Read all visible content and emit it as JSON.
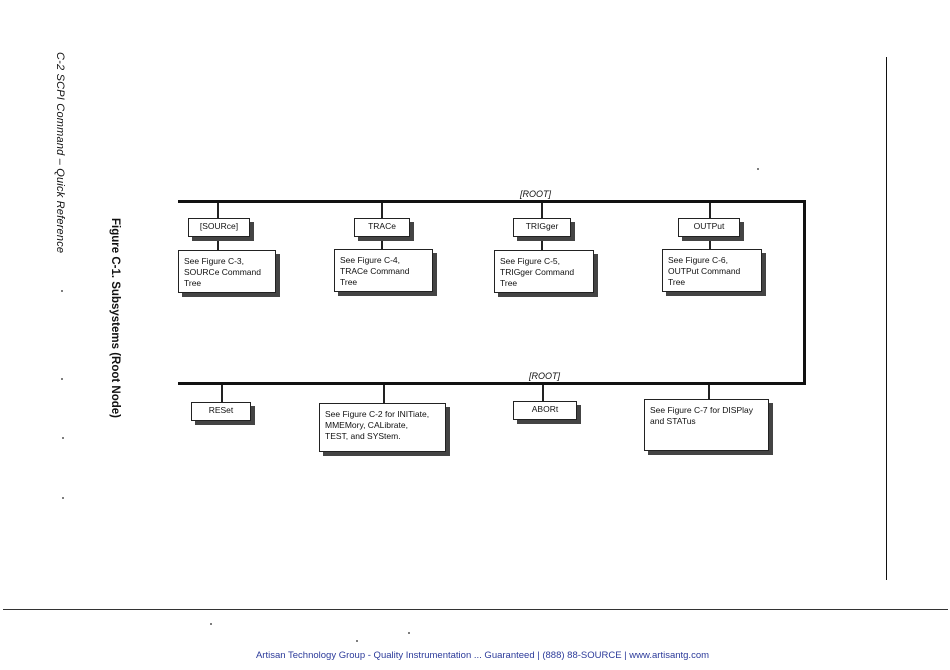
{
  "page": {
    "side_header": "C-2  SCPI Command – Quick Reference",
    "figure_caption": "Figure C-1.  Subsystems (Root Node)",
    "footer": "Artisan Technology Group - Quality Instrumentation ... Guaranteed | (888) 88-SOURCE | www.artisantg.com"
  },
  "diagram": {
    "top_root_label": "[ROOT]",
    "bottom_root_label": "[ROOT]",
    "top_nodes": [
      {
        "label": "[SOURce]",
        "note_lines": [
          "See Figure C-3,",
          "SOURCe Command",
          "Tree"
        ]
      },
      {
        "label": "TRACe",
        "note_lines": [
          "See Figure C-4,",
          "TRACe Command",
          "Tree"
        ]
      },
      {
        "label": "TRIGger",
        "note_lines": [
          "See Figure C-5,",
          "TRIGger Command",
          "Tree"
        ]
      },
      {
        "label": "OUTPut",
        "note_lines": [
          "See Figure C-6,",
          "OUTPut Command",
          "Tree"
        ]
      }
    ],
    "bottom_nodes": [
      {
        "label": "RESet"
      },
      {
        "note_lines": [
          "See Figure C-2 for INITiate,",
          "MMEMory, CALibrate,",
          "TEST, and SYStem."
        ]
      },
      {
        "label": "ABORt"
      },
      {
        "note_lines": [
          "See Figure C-7 for DISPlay",
          "and STATus"
        ]
      }
    ]
  }
}
